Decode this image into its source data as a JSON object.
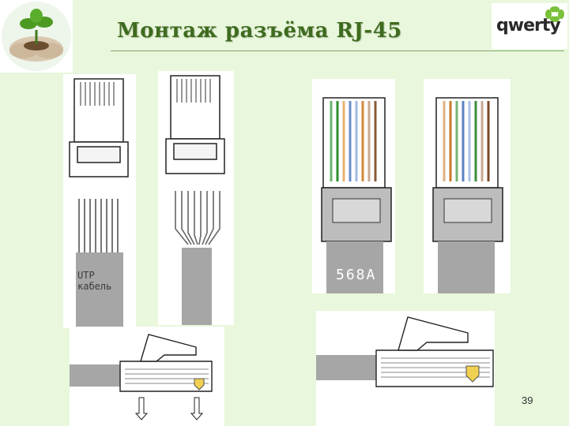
{
  "title": "Монтаж разъёма RJ-45",
  "brand": {
    "text": "qwerty"
  },
  "labels": {
    "utp_line1": "UTP",
    "utp_line2": "кабель",
    "standard": "568A"
  },
  "page_number": "39",
  "colors": {
    "background": "#e9f7dc",
    "title": "#3f6b1e",
    "panel": "#ffffff",
    "jacket": "#a6a6a6",
    "accent_wire": "#f0d050"
  }
}
